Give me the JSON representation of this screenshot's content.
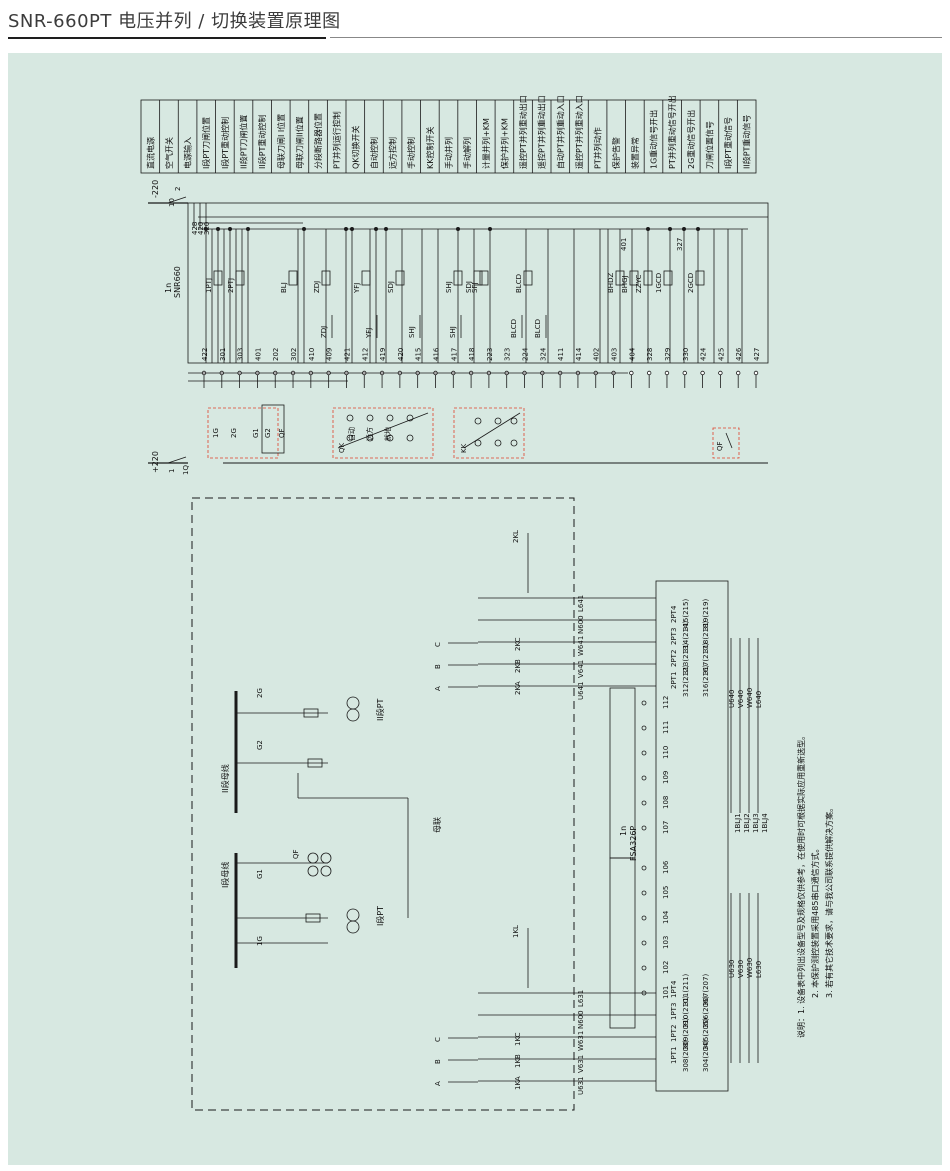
{
  "page": {
    "title": "SNR-660PT 电压并列 / 切换装置原理图"
  },
  "control": {
    "headers": [
      "直流电源",
      "空气开关",
      "电源输入",
      "I段PT刀闸位置",
      "I段PT重动控制",
      "II段PT刀闸位置",
      "II段PT重动控制",
      "母联刀闸I I位置",
      "母联刀闸II位置",
      "分段断路器位置",
      "PT并列运行控制",
      "QK切换开关",
      "自动控制",
      "远方控制",
      "手动控制",
      "KK控制开关",
      "手动并列",
      "手动解列",
      "计量并列+KM",
      "保护并列+KM",
      "遥控PT并列重动出口",
      "遥控PT并列重动出口",
      "自动PT并列重动入口",
      "遥控PT并列重动入口",
      "PT并列动作",
      "保护告警",
      "装置异常",
      "1G重动信号开出",
      "PT并列重动信号开出",
      "2G重动信号开出",
      "刀闸位置信号",
      "I段PT重动信号",
      "II段PT重动信号"
    ],
    "supply_neg": "-220",
    "supply_pos": "+220",
    "breaker_top": "10",
    "breaker_top_pin": "2",
    "breaker_bot": "1Q",
    "breaker_bot_pin": "1",
    "device_label": "1n",
    "device_model": "SNR660",
    "top_terminals": [
      "428",
      "420",
      "320"
    ],
    "relays": [
      "1PTJ",
      "2PTJ",
      "BLJ",
      "ZDJ",
      "YFJ",
      "SDJ",
      "SHJ",
      "SFJ",
      "SDJ",
      "BHDZ",
      "BHGJ",
      "ZZYC",
      "1GCD",
      "BLCD",
      "2GCD"
    ],
    "bottom_terminals": [
      "422",
      "301",
      "303",
      "401",
      "202",
      "302",
      "410",
      "409",
      "421",
      "412",
      "419",
      "420",
      "415",
      "416",
      "417",
      "418",
      "223",
      "323",
      "224",
      "324",
      "411",
      "414",
      "402",
      "403",
      "404",
      "328",
      "329",
      "330",
      "424",
      "425",
      "426",
      "427"
    ],
    "coil_labels": [
      "ZDJ",
      "YFJ",
      "SHJ",
      "SHJ",
      "BLCD",
      "BLCD"
    ],
    "mid_terminals": [
      "401",
      "327"
    ],
    "switch_labels": [
      "1G",
      "2G",
      "G1",
      "G2",
      "QF"
    ],
    "qk": {
      "name": "QK",
      "modes": [
        "自动",
        "远方",
        "就地"
      ]
    },
    "kk": {
      "name": "KK"
    },
    "qf_label": "QF"
  },
  "primary": {
    "bus1": "I段母线",
    "bus2": "II段母线",
    "pt1": "I段PT",
    "pt2": "II段PT",
    "tie": "母联",
    "sw": [
      "2G",
      "G2",
      "QF",
      "G1",
      "1G"
    ]
  },
  "secondary": {
    "upper_lines": [
      "2KL",
      "L641",
      "N600",
      "W641",
      "V641",
      "U641"
    ],
    "upper_phases": [
      "C",
      "B",
      "A"
    ],
    "upper_switches": [
      "2KC",
      "2KB",
      "2KA"
    ],
    "lower_lines": [
      "1KL",
      "L631",
      "N600",
      "W631",
      "V631",
      "U631"
    ],
    "lower_phases": [
      "C",
      "B",
      "A"
    ],
    "lower_switches": [
      "1KC",
      "1KB",
      "1KA"
    ],
    "device": "1n",
    "device_model": "FSA326P",
    "upper_relays": [
      "315(215)",
      "319(219)",
      "314(214)",
      "318(218)",
      "313(213)",
      "317(217)",
      "312(212)",
      "316(216)"
    ],
    "upper_relay_names": [
      "2PT4",
      "2PT3",
      "2PT2",
      "2PT1"
    ],
    "lower_relays": [
      "311(211)",
      "307(207)",
      "310(210)",
      "306(206)",
      "309(209)",
      "305(205)",
      "308(208)",
      "304(204)"
    ],
    "lower_relay_names": [
      "1PT4",
      "1PT3",
      "1PT2",
      "1PT1"
    ],
    "terminals_upper": [
      "112",
      "111",
      "110",
      "109",
      "108",
      "107"
    ],
    "terminals_lower": [
      "106",
      "105",
      "104",
      "103",
      "102",
      "101"
    ],
    "out_upper": [
      "U640",
      "V640",
      "W640",
      "L640"
    ],
    "out_lower": [
      "U630",
      "V630",
      "W630",
      "L630"
    ],
    "blj": [
      "1BLJ1",
      "1BLJ2",
      "1BLJ3",
      "1BLJ4"
    ]
  },
  "notes": [
    "说明：1. 设备表中列出设备型号及规格仅供参考，在使用时可根据实际应用重新选型。",
    "2. 本保护测控装置采用485串口通信方式。",
    "3. 若有其它技术要求，请与我公司联系提供解决方案。"
  ],
  "colors": {
    "background": "#d7e8e1",
    "line": "#1a1a1a",
    "highlight": "#e0402a"
  }
}
